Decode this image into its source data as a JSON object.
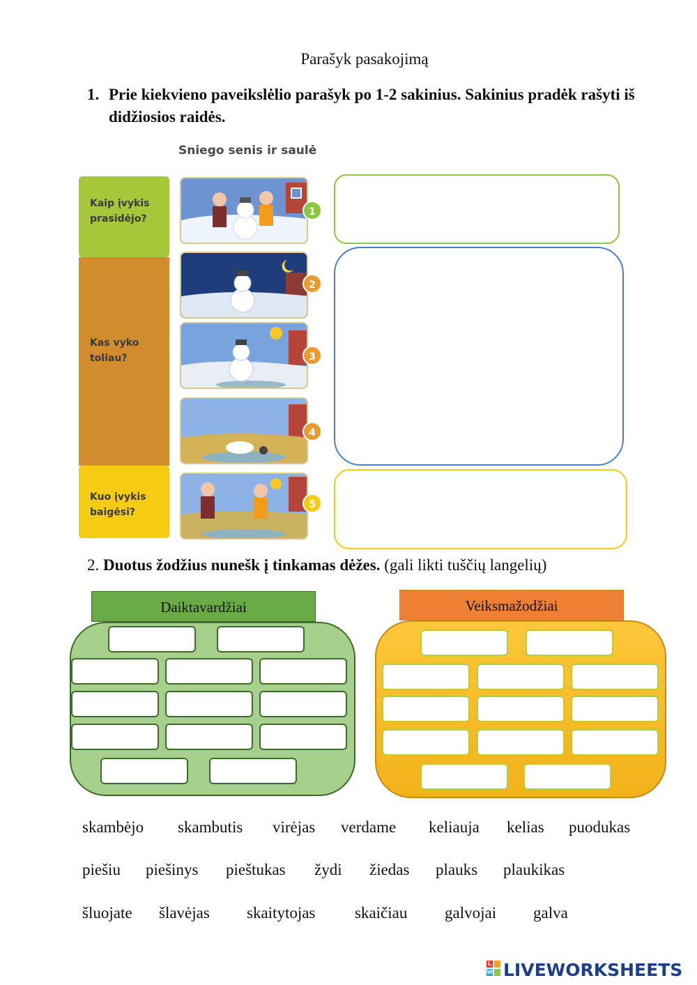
{
  "title": "Parašyk pasakojimą",
  "task1": {
    "number": "1.",
    "text": "Prie kiekvieno paveikslėlio parašyk po 1-2 sakinius. Sakinius pradėk rašyti iš didžiosios raidės."
  },
  "story": {
    "title": "Sniego senis ir saulė",
    "stages": [
      {
        "label": "Kaip įvykis prasidėjo?",
        "color": "#a7c73a"
      },
      {
        "label": "Kas vyko toliau?",
        "color": "#d18c2e"
      },
      {
        "label": "Kuo įvykis baigėsi?",
        "color": "#f5cc12"
      }
    ],
    "pictures": [
      {
        "number": "1",
        "badge_color": "#8dc63f",
        "scene": "children-building-snowman"
      },
      {
        "number": "2",
        "badge_color": "#e89b2f",
        "scene": "snowman-at-night"
      },
      {
        "number": "3",
        "badge_color": "#e89b2f",
        "scene": "snowman-in-sun"
      },
      {
        "number": "4",
        "badge_color": "#e89b2f",
        "scene": "snowman-melting"
      },
      {
        "number": "5",
        "badge_color": "#f5cc12",
        "scene": "children-by-puddle"
      }
    ]
  },
  "answer_boxes": [
    {
      "name": "answer-beginning",
      "border_color": "#8dc63f"
    },
    {
      "name": "answer-middle",
      "border_color": "#4a7fc1"
    },
    {
      "name": "answer-ending",
      "border_color": "#f5cc12"
    }
  ],
  "task2": {
    "number": "2.",
    "bold": "Duotus žodžius nunešk į tinkamas dėžes.",
    "note": "(gali likti tuščių langelių)"
  },
  "categories": [
    {
      "label": "Daiktavardžiai",
      "tab_color": "#6aab48",
      "box_color": "#a8d08d",
      "border": "#3d6b2a"
    },
    {
      "label": "Veiksmažodžiai",
      "tab_color": "#ee7f33",
      "box_color": "#fcc12f",
      "border": "#c58a16"
    }
  ],
  "word_rows": [
    [
      "skambėjo",
      "skambutis",
      "virėjas",
      "verdame",
      "keliauja",
      "kelias",
      "puodukas"
    ],
    [
      "piešiu",
      "piešinys",
      "pieštukas",
      "žydi",
      "žiedas",
      "plauks",
      "plaukikas"
    ],
    [
      "šluojate",
      "šlavėjas",
      "skaitytojas",
      "skaičiau",
      "galvojai",
      "galva"
    ]
  ],
  "logo": {
    "prefix": "LIVE",
    "suffix": "WORKSHEETS",
    "icon_letters": [
      "L",
      "W"
    ]
  }
}
